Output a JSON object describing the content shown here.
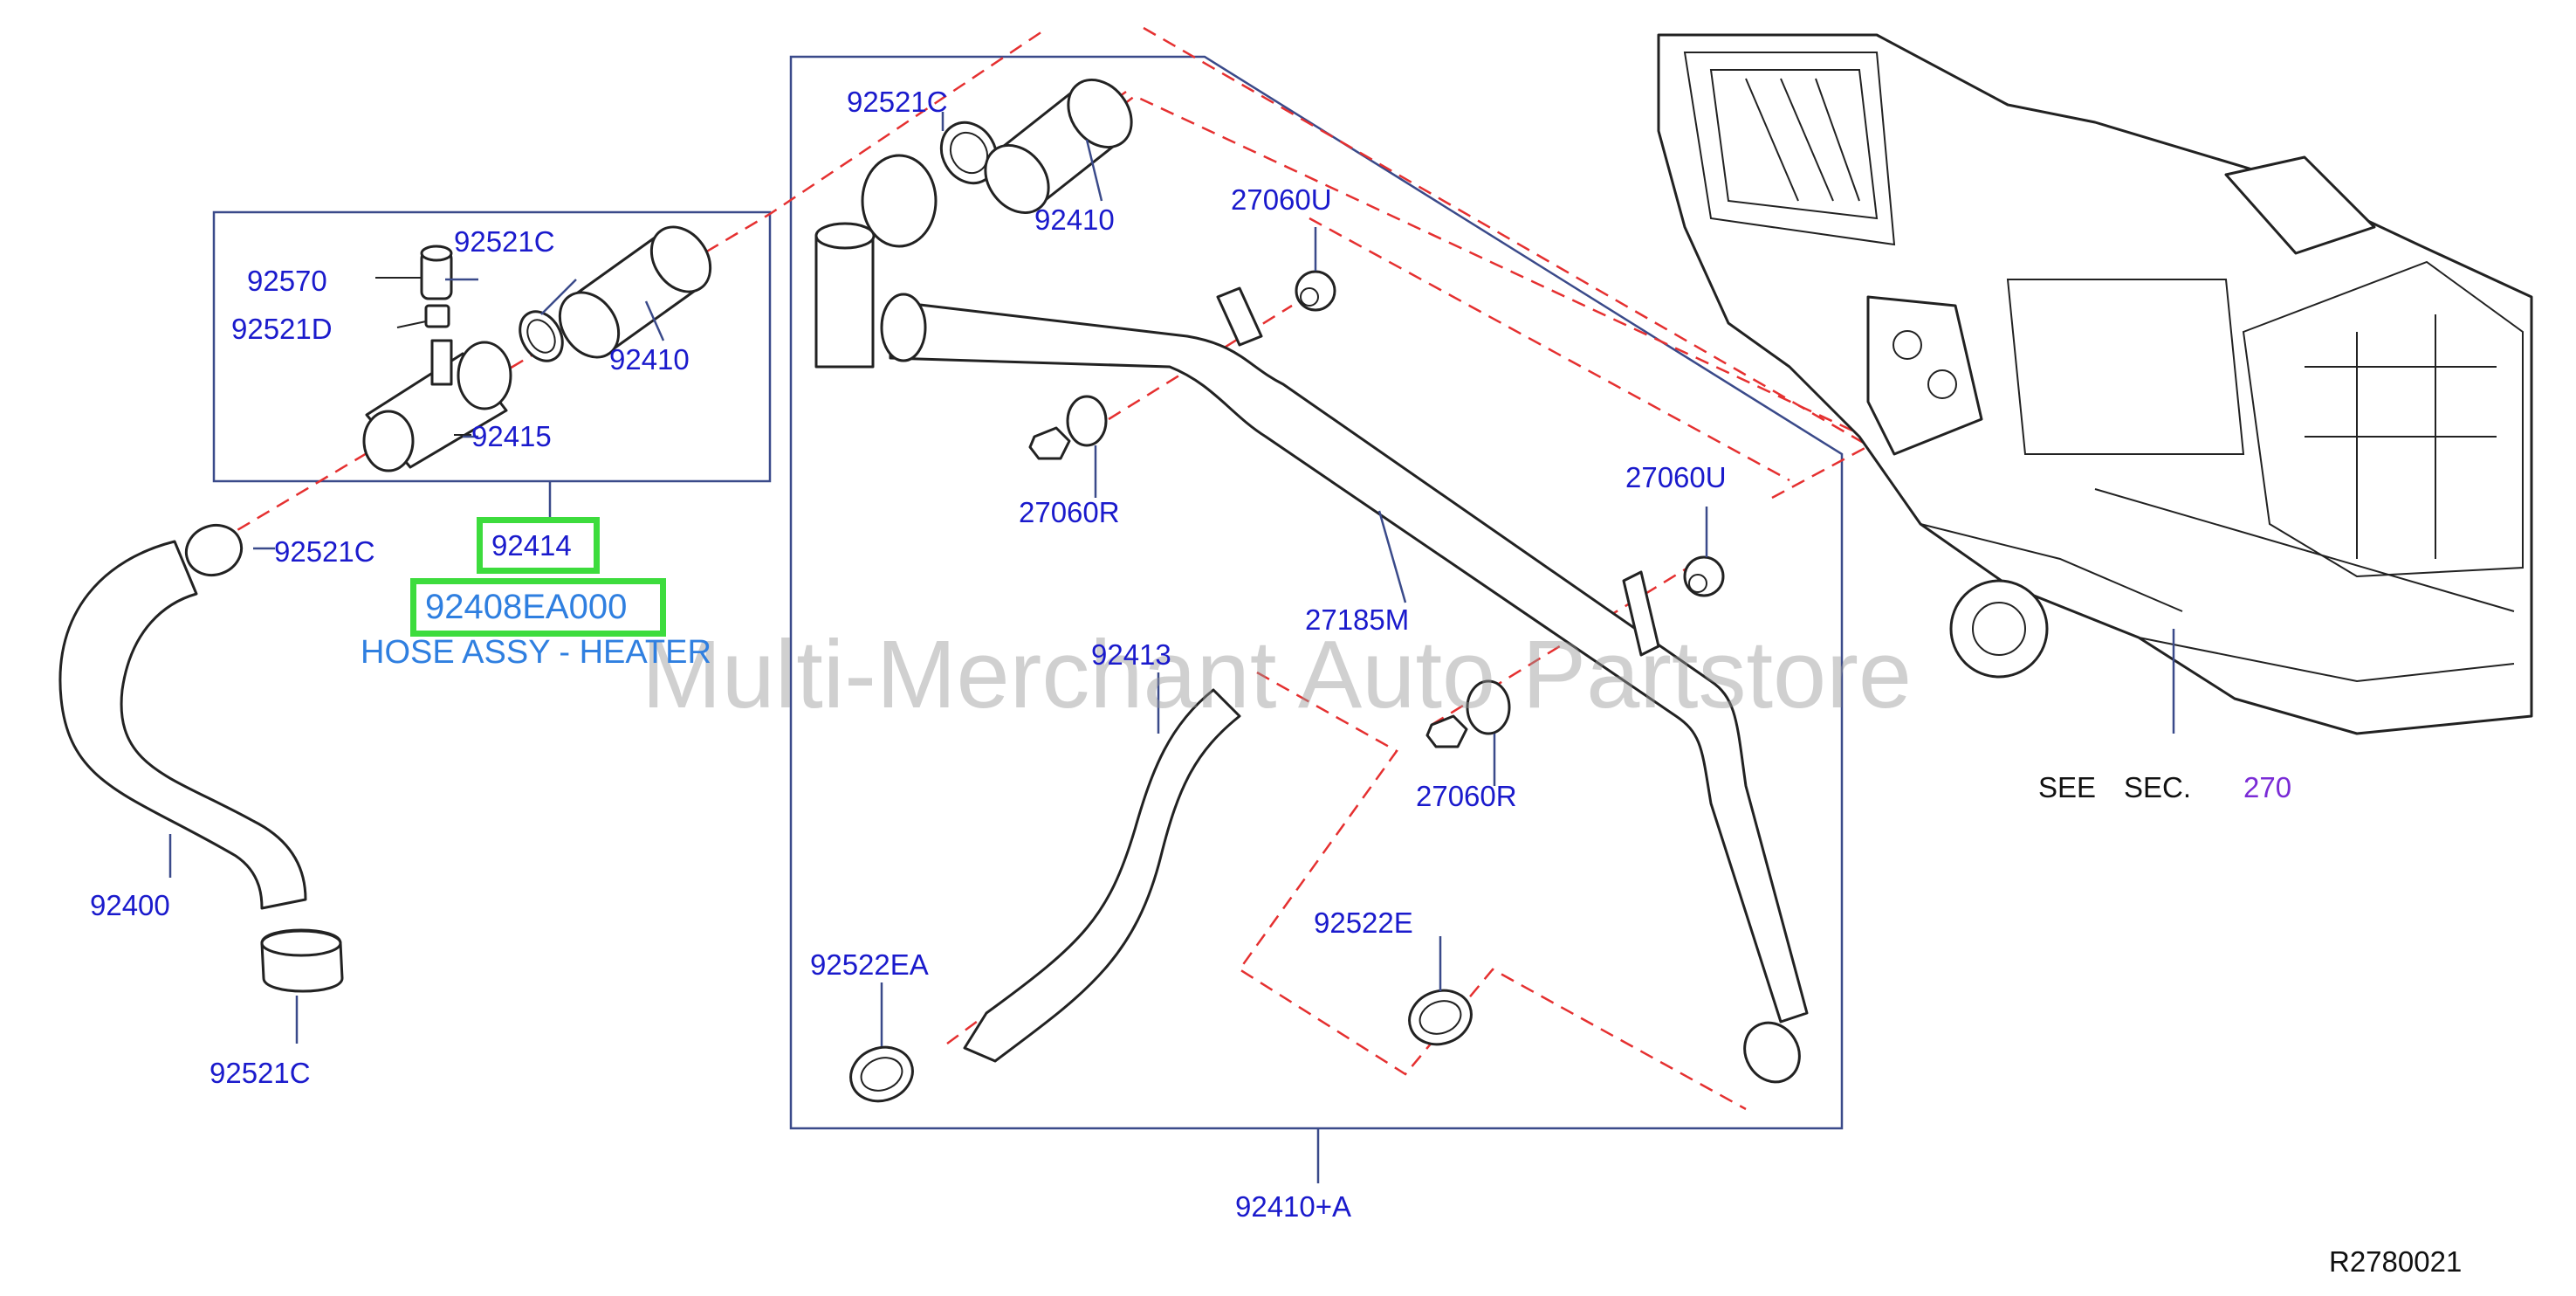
{
  "labels": {
    "a_92570": "92570",
    "a_92521C_top": "92521C",
    "a_92521D": "92521D",
    "a_92410_left": "92410",
    "a_92415": "92415",
    "a_92521C_hose": "92521C",
    "a_92400": "92400",
    "a_92521C_bottom": "92521C",
    "b_92521C": "92521C",
    "b_92410": "92410",
    "b_27060U_top": "27060U",
    "b_27060R_left": "27060R",
    "b_27060U_right": "27060U",
    "b_27185M": "27185M",
    "b_92413": "92413",
    "b_27060R_right": "27060R",
    "b_92522E": "92522E",
    "b_92522EA": "92522EA",
    "b_92410A": "92410+A"
  },
  "highlights": {
    "part_92414": "92414",
    "part_number": "92408EA000",
    "part_description": "HOSE ASSY - HEATER"
  },
  "reference": {
    "see": "SEE",
    "sec": "SEC.",
    "sec_number": "270",
    "diagram_code": "R2780021"
  },
  "watermark": "Multi-Merchant Auto Partstore",
  "colors": {
    "label": "#1a1acc",
    "highlight_border": "#3ddc3d",
    "description": "#2f7fe0",
    "section_number": "#7a2bd6",
    "dashed_line": "#e53030",
    "frame": "#3a4a8a"
  }
}
